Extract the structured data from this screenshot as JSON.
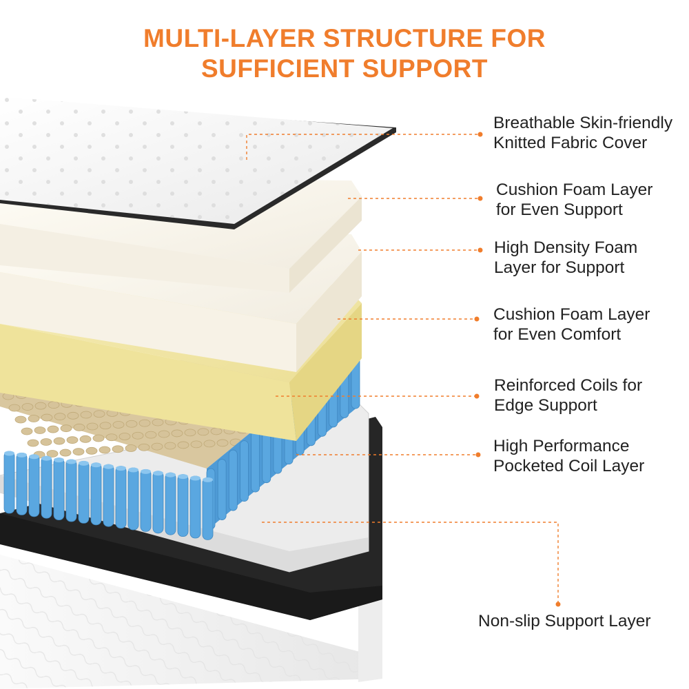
{
  "heading": {
    "line1": "MULTI-LAYER STRUCTURE FOR",
    "line2": "SUFFICIENT SUPPORT"
  },
  "colors": {
    "accent": "#F07D2C",
    "label_text": "#222222",
    "cover": "#F4F4F4",
    "cover_edge": "#2A2A2A",
    "foam": "#FBF7EC",
    "yellow_foam": "#F2E7A6",
    "coil": "#5AA7E0",
    "coil_top": "#D6C39A",
    "base_black": "#262626",
    "base_side": "#F3F3F3"
  },
  "layers": [
    {
      "line1": "Breathable Skin-friendly",
      "line2": "Knitted Fabric Cover"
    },
    {
      "line1": "Cushion Foam Layer",
      "line2": "for Even Support"
    },
    {
      "line1": "High Density Foam",
      "line2": "Layer for Support"
    },
    {
      "line1": "Cushion Foam Layer",
      "line2": "for Even Comfort"
    },
    {
      "line1": "Reinforced Coils for",
      "line2": "Edge Support"
    },
    {
      "line1": "High Performance",
      "line2": "Pocketed Coil Layer"
    },
    {
      "line1": "Non-slip Support Layer"
    }
  ]
}
